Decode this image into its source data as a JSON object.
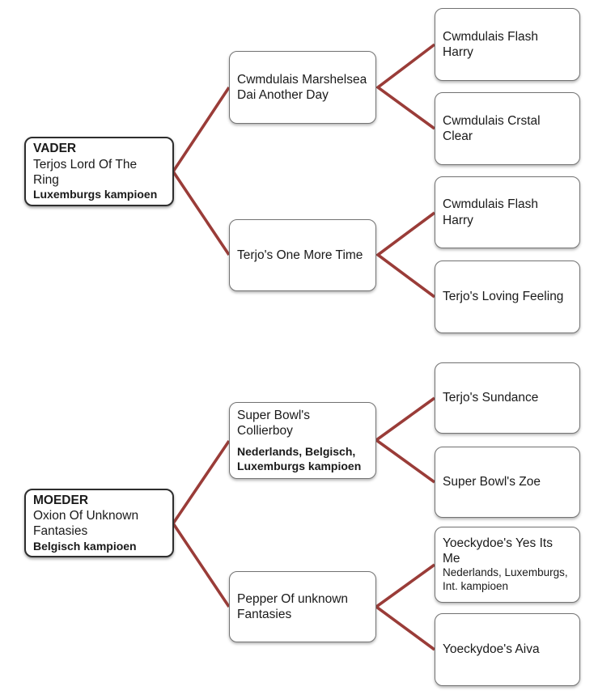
{
  "pedigree": {
    "father": {
      "label": "VADER",
      "name": "Terjos Lord Of The Ring",
      "titles": "Luxemburgs kampioen",
      "sire": {
        "name": "Cwmdulais Marshelsea Dai Another Day",
        "sire": {
          "name": "Cwmdulais Flash Harry"
        },
        "dam": {
          "name": "Cwmdulais Crstal Clear"
        }
      },
      "dam": {
        "name": "Terjo's One More Time",
        "sire": {
          "name": "Cwmdulais Flash Harry"
        },
        "dam": {
          "name": "Terjo's Loving Feeling"
        }
      }
    },
    "mother": {
      "label": "MOEDER",
      "name": "Oxion Of Unknown Fantasies",
      "titles": "Belgisch kampioen",
      "sire": {
        "name": "Super Bowl's Collierboy",
        "titles": "Nederlands, Belgisch, Luxemburgs kampioen",
        "sire": {
          "name": "Terjo's Sundance"
        },
        "dam": {
          "name": "Super Bowl's Zoe"
        }
      },
      "dam": {
        "name": "Pepper Of unknown Fantasies",
        "sire": {
          "name": "Yoeckydoe's Yes Its Me",
          "titles": "Nederlands, Luxemburgs, Int. kampioen"
        },
        "dam": {
          "name": "Yoeckydoe's Aiva"
        }
      }
    },
    "colors": {
      "connector": "#9a3c38",
      "box_border": "#737373",
      "root_box_border": "#2e2e2e",
      "text": "#1a1a1a",
      "background": "#ffffff"
    }
  }
}
